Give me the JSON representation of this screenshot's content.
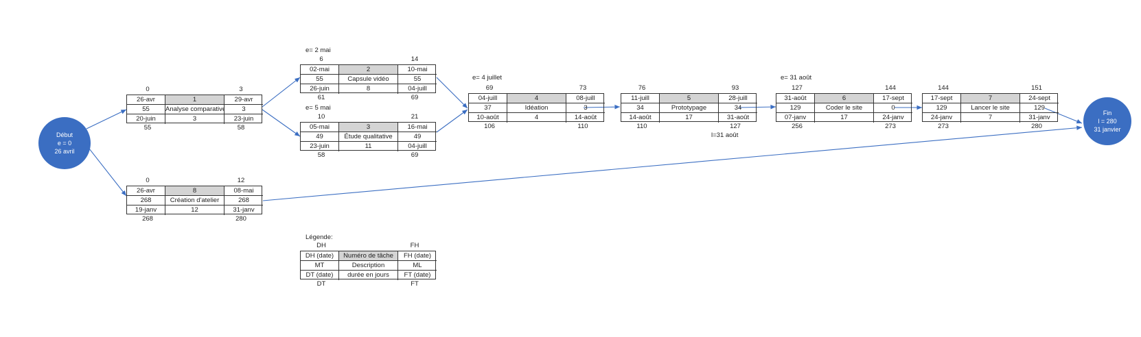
{
  "start": {
    "line1": "Début",
    "line2": "e = 0",
    "line3": "26 avril"
  },
  "end": {
    "line1": "Fin",
    "line2": "l = 280",
    "line3": "31 janvier"
  },
  "colors": {
    "circle": "#3b6ec2",
    "number_cell": "#d4d4d4",
    "arrow": "#3b6ec2"
  },
  "notes": {
    "t2": "e= 2 mai",
    "t3": "e= 5 mai",
    "t4": "e= 4 juillet",
    "t5": "l=31 août",
    "t6": "e= 31 août"
  },
  "tasks": {
    "t1": {
      "top_left": "0",
      "top_right": "3",
      "dh": "26-avr",
      "num": "1",
      "fh": "29-avr",
      "mt": "55",
      "desc": "Analyse comparative",
      "ml": "3",
      "dt": "20-juin",
      "dur": "3",
      "ft": "23-juin",
      "bottom_left": "55",
      "bottom_right": "58"
    },
    "t2": {
      "top_left": "6",
      "top_right": "14",
      "dh": "02-mai",
      "num": "2",
      "fh": "10-mai",
      "mt": "55",
      "desc": "Capsule vidéo",
      "ml": "55",
      "dt": "26-juin",
      "dur": "8",
      "ft": "04-juill",
      "bottom_left": "61",
      "bottom_right": "69"
    },
    "t3": {
      "top_left": "10",
      "top_right": "21",
      "dh": "05-mai",
      "num": "3",
      "fh": "16-mai",
      "mt": "49",
      "desc": "Étude qualitative",
      "ml": "49",
      "dt": "23-juin",
      "dur": "11",
      "ft": "04-juill",
      "bottom_left": "58",
      "bottom_right": "69"
    },
    "t4": {
      "top_left": "69",
      "top_right": "73",
      "dh": "04-juill",
      "num": "4",
      "fh": "08-juill",
      "mt": "37",
      "desc": "Idéation",
      "ml": "3",
      "dt": "10-août",
      "dur": "4",
      "ft": "14-août",
      "bottom_left": "106",
      "bottom_right": "110"
    },
    "t5": {
      "top_left": "76",
      "top_right": "93",
      "dh": "11-juill",
      "num": "5",
      "fh": "28-juill",
      "mt": "34",
      "desc": "Prototypage",
      "ml": "34",
      "dt": "14-août",
      "dur": "17",
      "ft": "31-août",
      "bottom_left": "110",
      "bottom_right": "127"
    },
    "t6": {
      "top_left": "127",
      "top_right": "144",
      "dh": "31-août",
      "num": "6",
      "fh": "17-sept",
      "mt": "129",
      "desc": "Coder le site",
      "ml": "0",
      "dt": "07-janv",
      "dur": "17",
      "ft": "24-janv",
      "bottom_left": "256",
      "bottom_right": "273"
    },
    "t7": {
      "top_left": "144",
      "top_right": "151",
      "dh": "17-sept",
      "num": "7",
      "fh": "24-sept",
      "mt": "129",
      "desc": "Lancer le site",
      "ml": "129",
      "dt": "24-janv",
      "dur": "7",
      "ft": "31-janv",
      "bottom_left": "273",
      "bottom_right": "280"
    },
    "t8": {
      "top_left": "0",
      "top_right": "12",
      "dh": "26-avr",
      "num": "8",
      "fh": "08-mai",
      "mt": "268",
      "desc": "Création d'atelier",
      "ml": "268",
      "dt": "19-janv",
      "dur": "12",
      "ft": "31-janv",
      "bottom_left": "268",
      "bottom_right": "280"
    }
  },
  "legend": {
    "title": "Légende:",
    "top_left": "DH",
    "top_right": "FH",
    "dh": "DH (date)",
    "num": "Numéro de tâche",
    "fh": "FH (date)",
    "mt": "MT",
    "desc": "Description",
    "ml": "ML",
    "dt": "DT (date)",
    "dur": "durée en jours",
    "ft": "FT (date)",
    "bottom_left": "DT",
    "bottom_right": "FT"
  }
}
